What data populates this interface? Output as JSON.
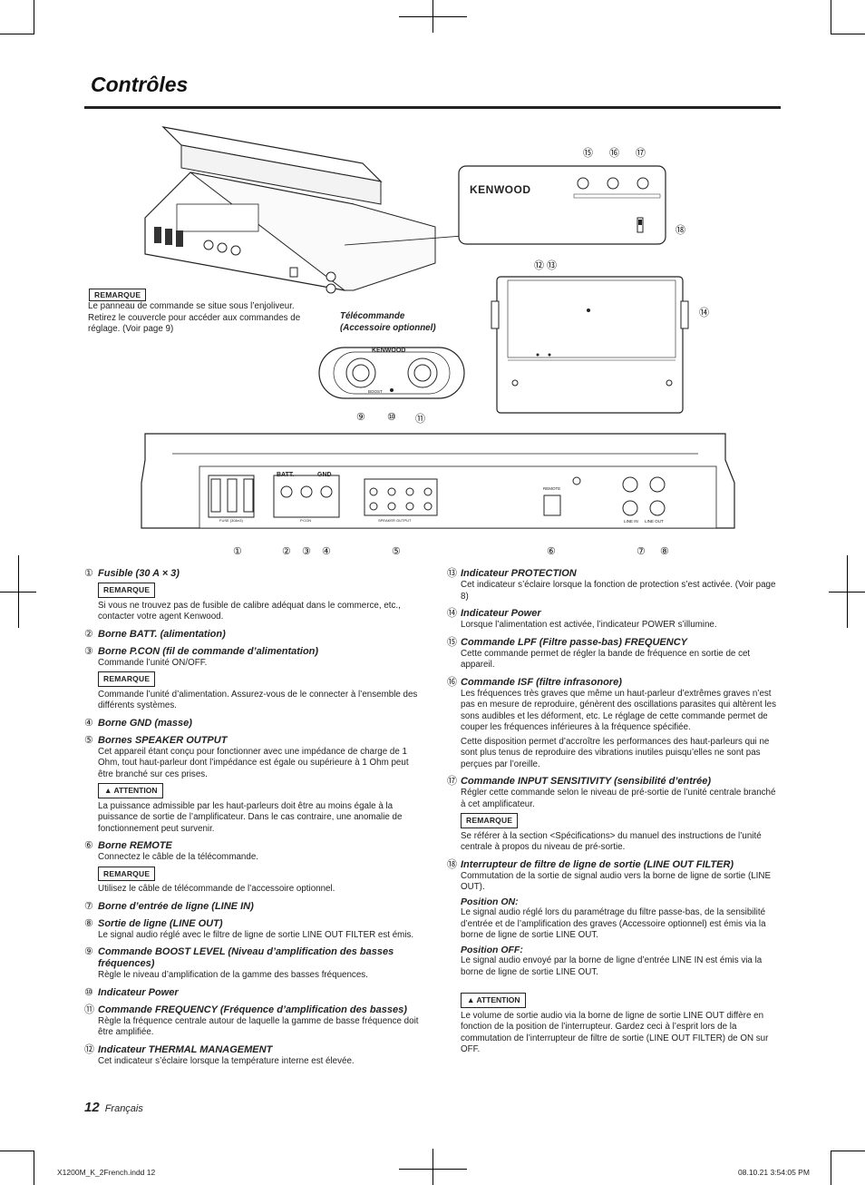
{
  "page": {
    "title": "Contrôles",
    "page_number": "12",
    "language": "Français",
    "footer_file": "X1200M_K_2French.indd   12",
    "footer_date": "08.10.21   3:54:05 PM"
  },
  "figure": {
    "brand": "KENWOOD",
    "remark_label": "REMARQUE",
    "remark_text": "Le panneau de commande se situe sous l’enjoliveur. Retirez le couvercle pour accéder aux commandes de réglage. (Voir page 9)",
    "remote_caption_line1": "Télécommande",
    "remote_caption_line2": "(Accessoire optionnel)",
    "remote_boost_label": "BOOST",
    "panel_labels": [
      "BATT.",
      "GND",
      "REMOTE",
      "LINE IN",
      "LINE OUT",
      "FUSE (30Ax3)",
      "P.CON",
      "SPEAKER OUTPUT"
    ],
    "callouts_top": [
      "⑮",
      "⑯",
      "⑰"
    ],
    "callout_18": "⑱",
    "callouts_1213": "⑫ ⑬",
    "callout_14": "⑭",
    "callouts_remote": [
      "⑨",
      "⑩",
      "⑪"
    ],
    "callouts_bottom": [
      "①",
      "②",
      "③",
      "④",
      "⑤",
      "⑥",
      "⑦",
      "⑧"
    ]
  },
  "left_items": [
    {
      "num": "①",
      "title": "Fusible (30 A × 3)",
      "blocks": [
        {
          "type": "remark",
          "label": "REMARQUE"
        },
        {
          "type": "text",
          "text": "Si vous ne trouvez pas de fusible de calibre adéquat dans le commerce, etc., contacter votre agent Kenwood."
        }
      ]
    },
    {
      "num": "②",
      "title": "Borne BATT. (alimentation)",
      "blocks": []
    },
    {
      "num": "③",
      "title": "Borne P.CON (fil de commande d’alimentation)",
      "blocks": [
        {
          "type": "text",
          "text": "Commande l’unité ON/OFF."
        },
        {
          "type": "remark",
          "label": "REMARQUE"
        },
        {
          "type": "text",
          "text": "Commande l’unité d’alimentation. Assurez-vous de le connecter à l’ensemble des différents systèmes."
        }
      ]
    },
    {
      "num": "④",
      "title": "Borne GND (masse)",
      "blocks": []
    },
    {
      "num": "⑤",
      "title": "Bornes SPEAKER OUTPUT",
      "blocks": [
        {
          "type": "text",
          "text": "Cet appareil étant conçu pour fonctionner avec une impédance de charge de 1 Ohm, tout haut-parleur dont l’impédance est égale ou supérieure à 1 Ohm peut être branché sur ces prises."
        },
        {
          "type": "attention",
          "label": "ATTENTION"
        },
        {
          "type": "text",
          "text": "La puissance admissible par les haut-parleurs doit être au moins égale à la puissance de sortie de l’amplificateur. Dans le cas contraire, une anomalie de fonctionnement peut survenir."
        }
      ]
    },
    {
      "num": "⑥",
      "title": "Borne REMOTE",
      "blocks": [
        {
          "type": "text",
          "text": "Connectez le câble de la télécommande."
        },
        {
          "type": "remark",
          "label": "REMARQUE"
        },
        {
          "type": "text",
          "text": "Utilisez le câble de télécommande de l’accessoire optionnel."
        }
      ]
    },
    {
      "num": "⑦",
      "title": "Borne d’entrée de ligne (LINE IN)",
      "blocks": []
    },
    {
      "num": "⑧",
      "title": "Sortie de ligne (LINE OUT)",
      "blocks": [
        {
          "type": "text",
          "text": "Le signal audio réglé avec le filtre de ligne de sortie LINE OUT FILTER est émis."
        }
      ]
    },
    {
      "num": "⑨",
      "title": "Commande BOOST LEVEL (Niveau d’amplification des basses fréquences)",
      "blocks": [
        {
          "type": "text",
          "text": "Règle le niveau d’amplification de la gamme des basses fréquences."
        }
      ]
    },
    {
      "num": "⑩",
      "title": "Indicateur Power",
      "blocks": []
    },
    {
      "num": "⑪",
      "title": "Commande FREQUENCY (Fréquence d’amplification des basses)",
      "blocks": [
        {
          "type": "text",
          "text": "Règle la fréquence centrale autour de laquelle la gamme de basse fréquence doit être amplifiée."
        }
      ]
    },
    {
      "num": "⑫",
      "title": "Indicateur THERMAL MANAGEMENT",
      "blocks": [
        {
          "type": "text",
          "text": "Cet indicateur s’éclaire lorsque la température interne est élevée."
        }
      ]
    }
  ],
  "right_items": [
    {
      "num": "⑬",
      "title": "Indicateur PROTECTION",
      "blocks": [
        {
          "type": "text",
          "text": "Cet indicateur s’éclaire lorsque la fonction de protection s’est activée. (Voir page 8)"
        }
      ]
    },
    {
      "num": "⑭",
      "title": "Indicateur Power",
      "blocks": [
        {
          "type": "text",
          "text": "Lorsque l’alimentation est activée, l’indicateur POWER s’illumine."
        }
      ]
    },
    {
      "num": "⑮",
      "title": "Commande LPF (Filtre passe-bas) FREQUENCY",
      "blocks": [
        {
          "type": "text",
          "text": "Cette commande permet de régler la bande de fréquence en sortie de cet appareil."
        }
      ]
    },
    {
      "num": "⑯",
      "title": "Commande ISF (filtre infrasonore)",
      "blocks": [
        {
          "type": "text",
          "text": "Les fréquences très graves que même un haut-parleur d’extrêmes graves n’est pas en mesure de reproduire, génèrent des oscillations parasites qui altèrent les sons audibles et les déforment, etc. Le réglage de cette commande permet de couper les fréquences inférieures à la fréquence spécifiée."
        },
        {
          "type": "text",
          "text": "Cette disposition permet d’accroître les performances des haut-parleurs qui ne sont plus tenus de reproduire des vibrations inutiles puisqu’elles ne sont pas perçues par l’oreille."
        }
      ]
    },
    {
      "num": "⑰",
      "title": "Commande INPUT SENSITIVITY (sensibilité d’entrée)",
      "blocks": [
        {
          "type": "text",
          "text": "Régler cette commande selon le niveau de pré-sortie de l’unité centrale branché à cet amplificateur."
        },
        {
          "type": "remark",
          "label": "REMARQUE"
        },
        {
          "type": "text",
          "text": "Se référer à la section <Spécifications> du manuel des instructions de l’unité centrale à propos du niveau de pré-sortie."
        }
      ]
    },
    {
      "num": "⑱",
      "title": "Interrupteur de filtre de ligne de sortie (LINE OUT FILTER)",
      "blocks": [
        {
          "type": "text",
          "text": "Commutation de la sortie de signal audio vers la borne de ligne de sortie (LINE OUT)."
        },
        {
          "type": "subhead",
          "text": "Position ON:"
        },
        {
          "type": "text",
          "text": "Le signal audio réglé lors du paramétrage du filtre passe-bas, de la sensibilité d’entrée et de l’amplification des graves (Accessoire optionnel) est émis via la borne de ligne de sortie LINE OUT."
        },
        {
          "type": "subhead",
          "text": "Position OFF:"
        },
        {
          "type": "text",
          "text": "Le signal audio envoyé par la borne de ligne d’entrée LINE IN est émis via la borne de ligne de sortie LINE OUT."
        },
        {
          "type": "spacer"
        },
        {
          "type": "attention",
          "label": "ATTENTION"
        },
        {
          "type": "text",
          "text": "Le volume de sortie audio via la borne de ligne de sortie LINE OUT diffère en fonction de la position de l’interrupteur. Gardez ceci à l’esprit lors de la commutation de l’interrupteur de filtre de sortie (LINE OUT FILTER) de ON sur OFF."
        }
      ]
    }
  ]
}
